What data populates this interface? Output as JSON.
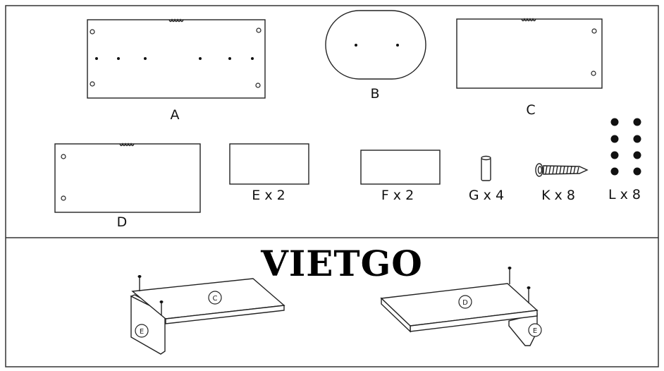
{
  "parts": {
    "a": "A",
    "b": "B",
    "c": "C",
    "d": "D",
    "e": "E x 2",
    "f": "F x 2",
    "g": "G x 4",
    "k": "K x 8",
    "l": "L x 8"
  },
  "logo": "VIETGO",
  "assembly": {
    "left_panel": "C",
    "left_side": "E",
    "right_panel": "D",
    "right_side": "E"
  }
}
